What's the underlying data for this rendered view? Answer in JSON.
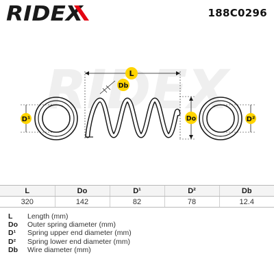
{
  "brand": {
    "name": "RIDEX",
    "accent_color": "#e30613",
    "text_color": "#1a1a1a"
  },
  "part_number": "188C0296",
  "watermark": "RIDEX",
  "drawing": {
    "length_label": "L",
    "wire_label": "Db",
    "outer_diameter_label": "Do",
    "upper_diameter_label": "D¹",
    "lower_diameter_label": "D²"
  },
  "table": {
    "headers": [
      "L",
      "Do",
      "D¹",
      "D²",
      "Db"
    ],
    "values": [
      "320",
      "142",
      "82",
      "78",
      "12.4"
    ]
  },
  "legend": [
    {
      "symbol": "L",
      "description": "Length (mm)"
    },
    {
      "symbol": "Do",
      "description": "Outer spring diameter (mm)"
    },
    {
      "symbol": "D¹",
      "description": "Spring upper end diameter (mm)"
    },
    {
      "symbol": "D²",
      "description": "Spring lower end diameter (mm)"
    },
    {
      "symbol": "Db",
      "description": "Wire diameter (mm)"
    }
  ]
}
